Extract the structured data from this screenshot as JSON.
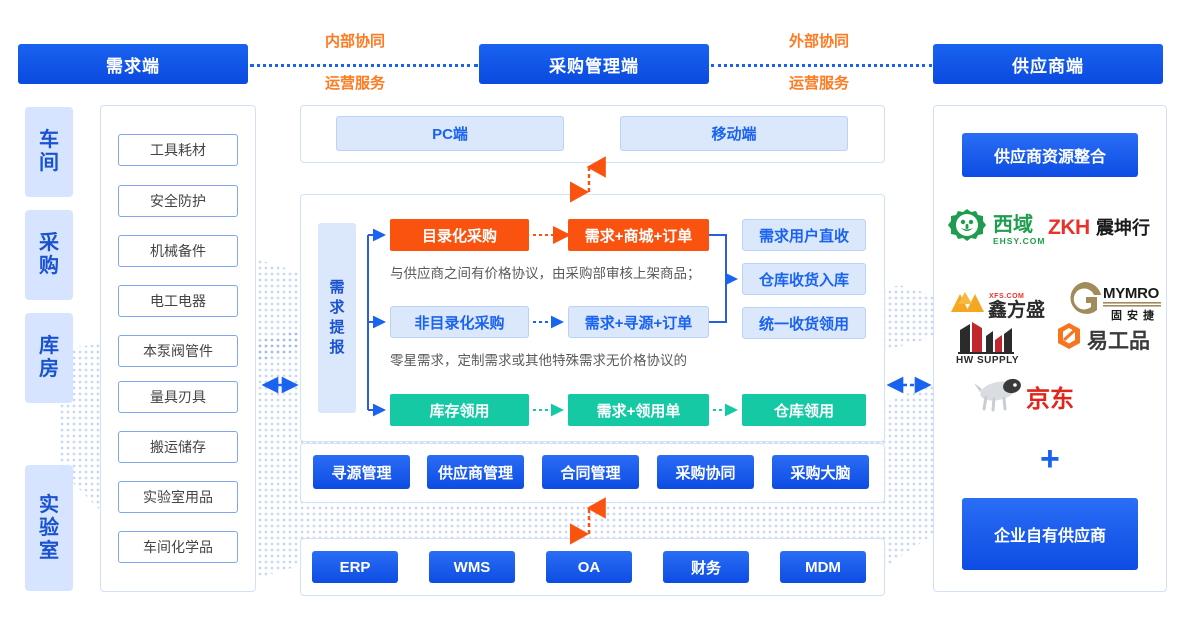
{
  "header": {
    "demand_end": "需求端",
    "procurement_mgmt": "采购管理端",
    "supplier_end": "供应商端",
    "internal_collab": "内部协同",
    "internal_ops": "运营服务",
    "external_collab": "外部协同",
    "external_ops": "运营服务"
  },
  "left": {
    "stages": [
      {
        "label": "车间",
        "chars": [
          "车",
          "间"
        ]
      },
      {
        "label": "采购",
        "chars": [
          "采",
          "购"
        ]
      },
      {
        "label": "库房",
        "chars": [
          "库",
          "房"
        ]
      },
      {
        "label": "实验室",
        "chars": [
          "实",
          "验",
          "室"
        ]
      }
    ],
    "categories": [
      "工具耗材",
      "安全防护",
      "机械备件",
      "电工电器",
      "本泵阀管件",
      "量具刃具",
      "搬运储存",
      "实验室用品",
      "车间化学品"
    ]
  },
  "center": {
    "clients": [
      "PC端",
      "移动端"
    ],
    "demand_submit": {
      "label": "需求提报",
      "chars": [
        "需",
        "求",
        "提",
        "报"
      ]
    },
    "flows": [
      {
        "name": "catalog",
        "source": "目录化采购",
        "process": "需求+商城+订单",
        "note": "与供应商之间有价格协议，由采购部审核上架商品；"
      },
      {
        "name": "non-catalog",
        "source": "非目录化采购",
        "process": "需求+寻源+订单",
        "note": "零星需求，定制需求或其他特殊需求无价格协议的"
      },
      {
        "name": "inventory",
        "source": "库存领用",
        "process": "需求+领用单",
        "note": ""
      }
    ],
    "receipts": [
      "需求用户直收",
      "仓库收货入库",
      "统一收货领用"
    ],
    "warehouse_issue": "仓库领用",
    "modules": [
      "寻源管理",
      "供应商管理",
      "合同管理",
      "采购协同",
      "采购大脑"
    ],
    "systems": [
      "ERP",
      "WMS",
      "OA",
      "财务",
      "MDM"
    ]
  },
  "right": {
    "resource_integration": "供应商资源整合",
    "own_supplier": "企业自有供应商",
    "plus": "+",
    "logos": [
      {
        "name": "西域",
        "sub": "EHSY.COM"
      },
      {
        "name": "ZKH 震坤行",
        "sub": ""
      },
      {
        "name": "鑫方盛",
        "sub": "XFS.COM"
      },
      {
        "name": "MYMRO 固安捷",
        "sub": ""
      },
      {
        "name": "HW SUPPLY",
        "sub": "HW SUPPLY"
      },
      {
        "name": "易工品",
        "sub": ""
      },
      {
        "name": "京东",
        "sub": ""
      }
    ]
  },
  "colors": {
    "primary_blue": "#1a63f0",
    "accent_orange": "#fa5310",
    "accent_green": "#14c9a3",
    "light_blue": "#dbe8fb",
    "stage_blue": "#d6e4ff"
  }
}
